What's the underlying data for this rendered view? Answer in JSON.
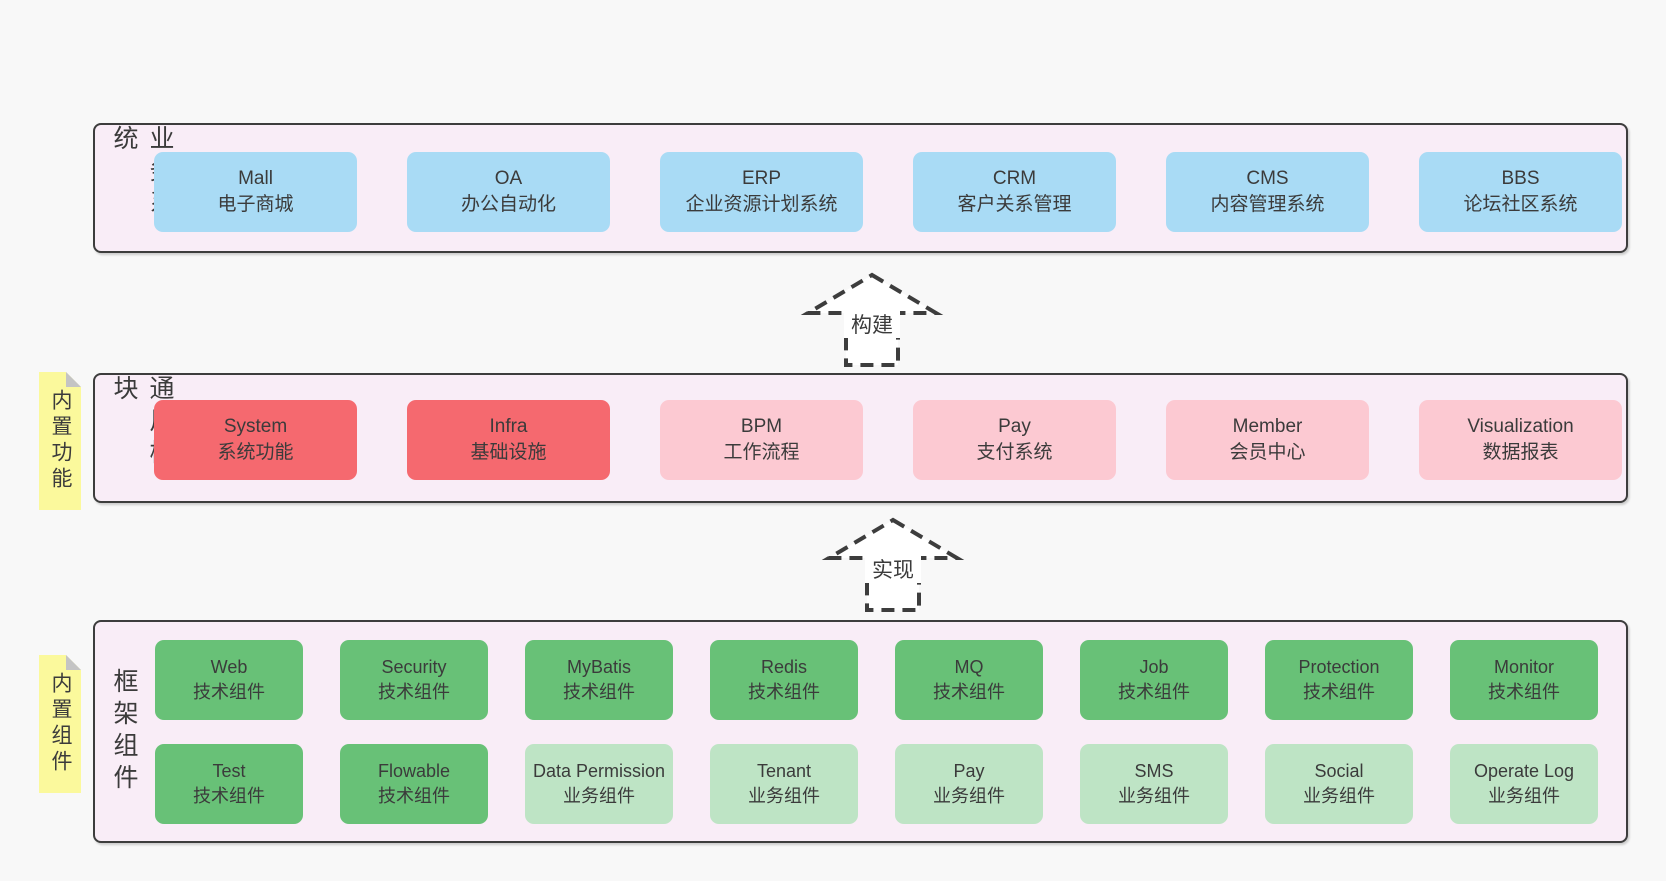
{
  "colors": {
    "page-bg": "#f8f8f8",
    "layer-bg": "#f9edf7",
    "border": "#3d3d3d",
    "text": "#3b3b3b",
    "box-blue": "#a9dbf5",
    "box-red": "#f5696f",
    "box-pink": "#fcc9d2",
    "box-green": "#68c177",
    "box-green-light": "#bee4c5",
    "note-yellow": "#fbf99c",
    "note-fold": "#c4c4c4"
  },
  "arrows": {
    "build": "构建",
    "implement": "实现"
  },
  "layers": [
    {
      "label": "业务系统",
      "boxes": [
        {
          "name": "Mall",
          "desc": "电子商城"
        },
        {
          "name": "OA",
          "desc": "办公自动化"
        },
        {
          "name": "ERP",
          "desc": "企业资源计划系统"
        },
        {
          "name": "CRM",
          "desc": "客户关系管理"
        },
        {
          "name": "CMS",
          "desc": "内容管理系统"
        },
        {
          "name": "BBS",
          "desc": "论坛社区系统"
        }
      ]
    },
    {
      "label": "通用模块",
      "note": "内置功能",
      "boxes": [
        {
          "name": "System",
          "desc": "系统功能"
        },
        {
          "name": "Infra",
          "desc": "基础设施"
        },
        {
          "name": "BPM",
          "desc": "工作流程"
        },
        {
          "name": "Pay",
          "desc": "支付系统"
        },
        {
          "name": "Member",
          "desc": "会员中心"
        },
        {
          "name": "Visualization",
          "desc": "数据报表"
        }
      ]
    },
    {
      "label": "框架组件",
      "note": "内置组件",
      "rows": [
        [
          {
            "name": "Web",
            "desc": "技术组件"
          },
          {
            "name": "Security",
            "desc": "技术组件"
          },
          {
            "name": "MyBatis",
            "desc": "技术组件"
          },
          {
            "name": "Redis",
            "desc": "技术组件"
          },
          {
            "name": "MQ",
            "desc": "技术组件"
          },
          {
            "name": "Job",
            "desc": "技术组件"
          },
          {
            "name": "Protection",
            "desc": "技术组件"
          },
          {
            "name": "Monitor",
            "desc": "技术组件"
          }
        ],
        [
          {
            "name": "Test",
            "desc": "技术组件"
          },
          {
            "name": "Flowable",
            "desc": "技术组件"
          },
          {
            "name": "Data Permission",
            "desc": "业务组件"
          },
          {
            "name": "Tenant",
            "desc": "业务组件"
          },
          {
            "name": "Pay",
            "desc": "业务组件"
          },
          {
            "name": "SMS",
            "desc": "业务组件"
          },
          {
            "name": "Social",
            "desc": "业务组件"
          },
          {
            "name": "Operate Log",
            "desc": "业务组件"
          }
        ]
      ]
    }
  ]
}
